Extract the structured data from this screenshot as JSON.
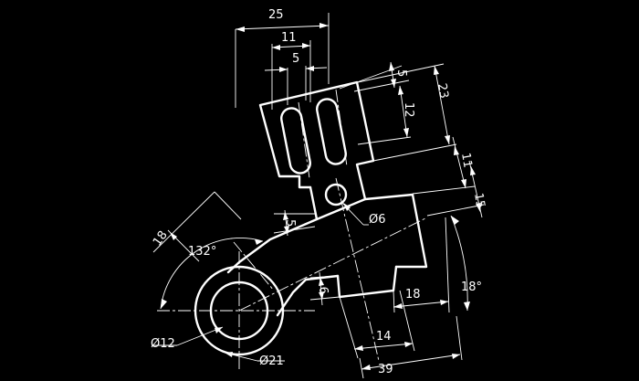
{
  "drawing": {
    "background_color": "#000000",
    "line_color": "#ffffff",
    "dimensions": {
      "top_width": "25",
      "slot_spacing": "11",
      "slot_width": "5",
      "slot_end_offset": "5",
      "slot_length": "12",
      "block_height": "23",
      "upper_gap": "11",
      "arm_width": "15",
      "small_hole_dia": "Ø6",
      "boss_offset": "5",
      "angle_132": "132°",
      "boss_radius_arm": "18",
      "angle_18": "18°",
      "lower_tab_height": "6",
      "lower_tab_offset": "18",
      "hole_dia_12": "Ø12",
      "hole_dia_21": "Ø21",
      "bottom_14": "14",
      "bottom_39": "39"
    }
  }
}
